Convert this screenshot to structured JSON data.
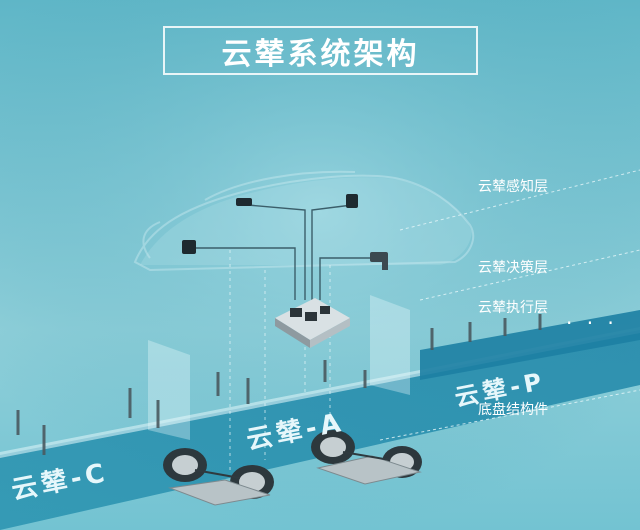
{
  "title": "云辇系统架构",
  "layers": {
    "perception": "云辇感知层",
    "decision": "云辇决策层",
    "execution": "云辇执行层",
    "chassis": "底盘结构件"
  },
  "variants": {
    "c": "云辇-C",
    "a": "云辇-A",
    "p": "云辇-P",
    "more": "· · ·"
  }
}
